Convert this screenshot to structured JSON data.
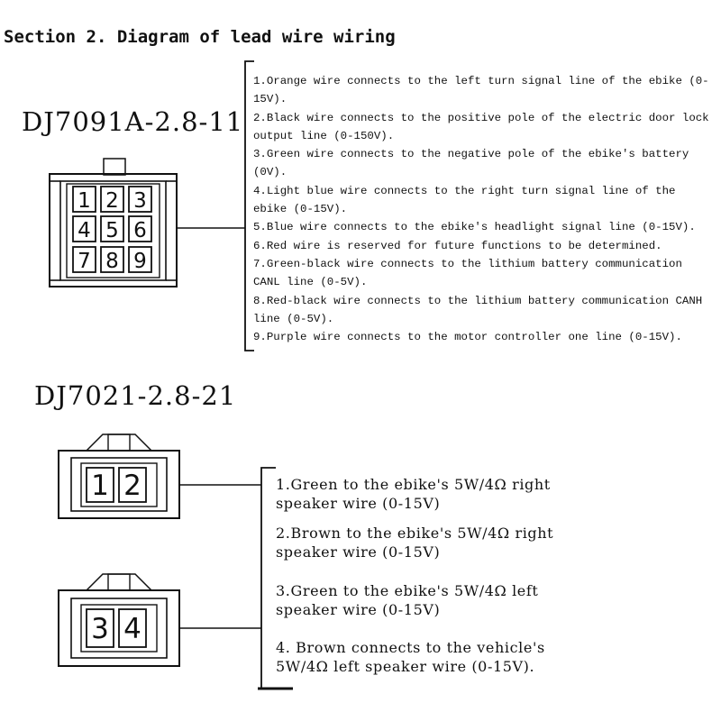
{
  "section_title": "Section 2. Diagram of lead wire wiring",
  "connector_9pin": {
    "model": "DJ7091A-2.8-11",
    "pins": [
      "1",
      "2",
      "3",
      "4",
      "5",
      "6",
      "7",
      "8",
      "9"
    ],
    "descriptions": [
      "1.Orange wire connects to the left turn signal line of the ebike (0-15V).",
      "2.Black wire connects to the positive pole of the electric door lock output line (0-150V).",
      "3.Green wire connects to the negative pole of the ebike's battery (0V).",
      "4.Light blue wire connects to the right turn signal line of the ebike (0-15V).",
      "5.Blue wire connects to the ebike's headlight signal line (0-15V).",
      "6.Red wire is reserved for future functions to be determined.",
      "7.Green-black wire connects to the lithium battery communication CANL line (0-5V).",
      "8.Red-black wire connects to the lithium battery communication CANH line (0-5V).",
      "9.Purple wire connects to the motor controller one line (0-15V)."
    ]
  },
  "connector_4pin": {
    "model": "DJ7021-2.8-21",
    "pins_top": [
      "1",
      "2"
    ],
    "pins_bottom": [
      "3",
      "4"
    ],
    "descriptions": [
      "1.Green to the ebike's 5W/4Ω right speaker wire (0-15V)",
      "2.Brown to the ebike's 5W/4Ω right speaker wire (0-15V)",
      "3.Green to the ebike's 5W/4Ω left speaker wire (0-15V)",
      "4. Brown connects to the vehicle's 5W/4Ω left speaker wire (0-15V)."
    ]
  }
}
